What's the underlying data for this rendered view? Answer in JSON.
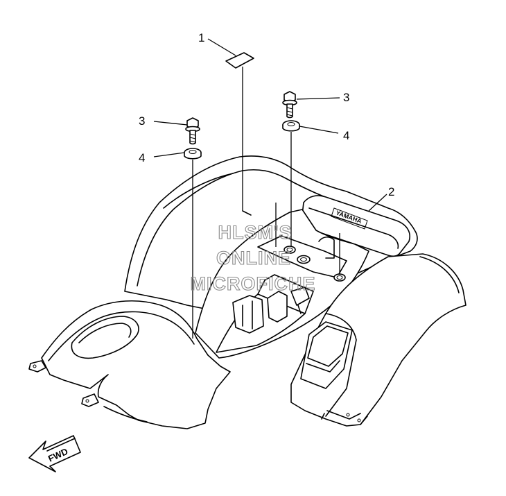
{
  "callouts": [
    {
      "id": "1",
      "label": "1"
    },
    {
      "id": "2",
      "label": "2"
    },
    {
      "id": "3a",
      "label": "3"
    },
    {
      "id": "3b",
      "label": "3"
    },
    {
      "id": "4a",
      "label": "4"
    },
    {
      "id": "4b",
      "label": "4"
    }
  ],
  "watermark": {
    "line1": "HLSM'S",
    "line2": "ONLINE",
    "line3": "MICROFICHE"
  },
  "fwd_arrow": {
    "label": "FWD"
  },
  "brand_plate": {
    "text": "YAMAHA"
  }
}
